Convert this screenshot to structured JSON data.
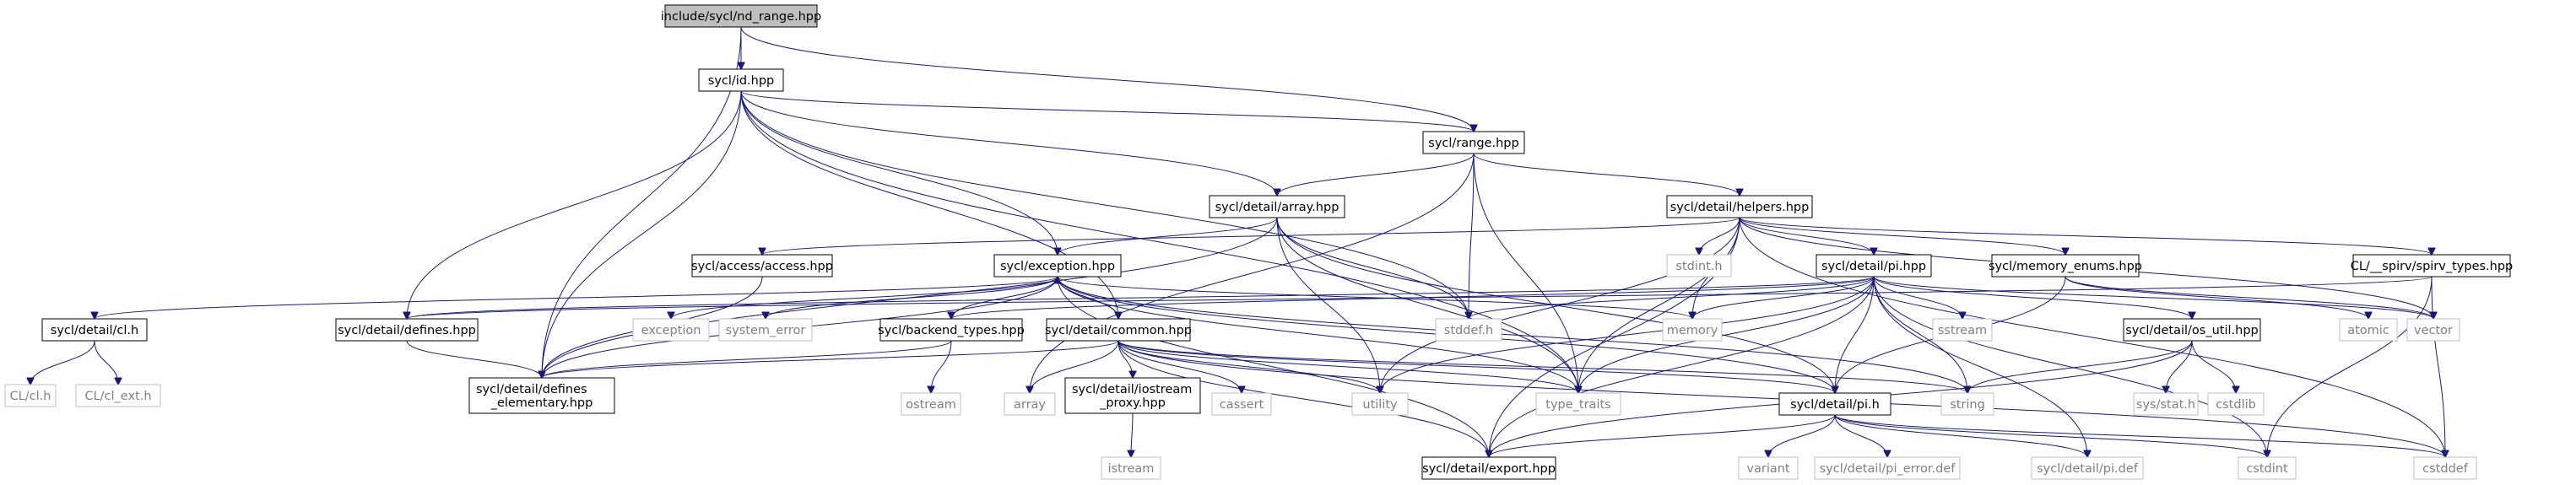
{
  "diagram": {
    "nodes": [
      {
        "id": "nd_range",
        "label": "include/sycl/nd_range.hpp",
        "kind": "root"
      },
      {
        "id": "id",
        "label": "sycl/id.hpp",
        "kind": "internal"
      },
      {
        "id": "range",
        "label": "sycl/range.hpp",
        "kind": "internal"
      },
      {
        "id": "array_hpp",
        "label": "sycl/detail/array.hpp",
        "kind": "internal"
      },
      {
        "id": "helpers",
        "label": "sycl/detail/helpers.hpp",
        "kind": "internal"
      },
      {
        "id": "access",
        "label": "sycl/access/access.hpp",
        "kind": "internal"
      },
      {
        "id": "exception",
        "label": "sycl/exception.hpp",
        "kind": "internal"
      },
      {
        "id": "stdint_h",
        "label": "stdint.h",
        "kind": "external"
      },
      {
        "id": "pi_hpp",
        "label": "sycl/detail/pi.hpp",
        "kind": "internal"
      },
      {
        "id": "memory_enums",
        "label": "sycl/memory_enums.hpp",
        "kind": "internal"
      },
      {
        "id": "spirv",
        "label": "CL/__spirv/spirv_types.hpp",
        "kind": "internal"
      },
      {
        "id": "cl_h_d",
        "label": "sycl/detail/cl.h",
        "kind": "internal"
      },
      {
        "id": "defines",
        "label": "sycl/detail/defines.hpp",
        "kind": "internal"
      },
      {
        "id": "exception_std",
        "label": "exception",
        "kind": "external"
      },
      {
        "id": "system_error",
        "label": "system_error",
        "kind": "external"
      },
      {
        "id": "backend_types",
        "label": "sycl/backend_types.hpp",
        "kind": "internal"
      },
      {
        "id": "common",
        "label": "sycl/detail/common.hpp",
        "kind": "internal"
      },
      {
        "id": "stddef_h",
        "label": "stddef.h",
        "kind": "external"
      },
      {
        "id": "memory",
        "label": "memory",
        "kind": "external"
      },
      {
        "id": "sstream",
        "label": "sstream",
        "kind": "external"
      },
      {
        "id": "os_util",
        "label": "sycl/detail/os_util.hpp",
        "kind": "internal"
      },
      {
        "id": "atomic",
        "label": "atomic",
        "kind": "external"
      },
      {
        "id": "vector",
        "label": "vector",
        "kind": "external"
      },
      {
        "id": "cl_h",
        "label": "CL/cl.h",
        "kind": "external"
      },
      {
        "id": "cl_ext",
        "label": "CL/cl_ext.h",
        "kind": "external"
      },
      {
        "id": "defines_elem",
        "label": "sycl/detail/defines\n_elementary.hpp",
        "kind": "internal"
      },
      {
        "id": "ostream",
        "label": "ostream",
        "kind": "external"
      },
      {
        "id": "array_std",
        "label": "array",
        "kind": "external"
      },
      {
        "id": "iostream_proxy",
        "label": "sycl/detail/iostream\n_proxy.hpp",
        "kind": "internal"
      },
      {
        "id": "cassert",
        "label": "cassert",
        "kind": "external"
      },
      {
        "id": "utility",
        "label": "utility",
        "kind": "external"
      },
      {
        "id": "type_traits",
        "label": "type_traits",
        "kind": "external"
      },
      {
        "id": "pi_h",
        "label": "sycl/detail/pi.h",
        "kind": "internal"
      },
      {
        "id": "string",
        "label": "string",
        "kind": "external"
      },
      {
        "id": "sys_stat",
        "label": "sys/stat.h",
        "kind": "external"
      },
      {
        "id": "cstdlib",
        "label": "cstdlib",
        "kind": "external"
      },
      {
        "id": "istream",
        "label": "istream",
        "kind": "external"
      },
      {
        "id": "export",
        "label": "sycl/detail/export.hpp",
        "kind": "internal"
      },
      {
        "id": "variant",
        "label": "variant",
        "kind": "external"
      },
      {
        "id": "pi_error_def",
        "label": "sycl/detail/pi_error.def",
        "kind": "external"
      },
      {
        "id": "pi_def",
        "label": "sycl/detail/pi.def",
        "kind": "external"
      },
      {
        "id": "cstdint",
        "label": "cstdint",
        "kind": "external"
      },
      {
        "id": "cstddef",
        "label": "cstddef",
        "kind": "external"
      }
    ],
    "edges": [
      [
        "nd_range",
        "id"
      ],
      [
        "nd_range",
        "range"
      ],
      [
        "nd_range",
        "defines_elem"
      ],
      [
        "id",
        "range"
      ],
      [
        "id",
        "array_hpp"
      ],
      [
        "id",
        "exception"
      ],
      [
        "id",
        "defines"
      ],
      [
        "id",
        "defines_elem"
      ],
      [
        "id",
        "common"
      ],
      [
        "id",
        "stddef_h"
      ],
      [
        "id",
        "type_traits"
      ],
      [
        "range",
        "array_hpp"
      ],
      [
        "range",
        "helpers"
      ],
      [
        "range",
        "stddef_h"
      ],
      [
        "range",
        "type_traits"
      ],
      [
        "range",
        "array_std"
      ],
      [
        "array_hpp",
        "exception"
      ],
      [
        "array_hpp",
        "defines_elem"
      ],
      [
        "array_hpp",
        "stddef_h"
      ],
      [
        "array_hpp",
        "type_traits"
      ],
      [
        "array_hpp",
        "pi_h"
      ],
      [
        "array_hpp",
        "utility"
      ],
      [
        "helpers",
        "access"
      ],
      [
        "helpers",
        "stdint_h"
      ],
      [
        "helpers",
        "memory"
      ],
      [
        "helpers",
        "pi_hpp"
      ],
      [
        "helpers",
        "memory_enums"
      ],
      [
        "helpers",
        "spirv"
      ],
      [
        "helpers",
        "export"
      ],
      [
        "helpers",
        "type_traits"
      ],
      [
        "helpers",
        "utility"
      ],
      [
        "helpers",
        "vector"
      ],
      [
        "helpers",
        "cstddef"
      ],
      [
        "access",
        "defines_elem"
      ],
      [
        "exception",
        "cl_h_d"
      ],
      [
        "exception",
        "exception_std"
      ],
      [
        "exception",
        "system_error"
      ],
      [
        "exception",
        "backend_types"
      ],
      [
        "exception",
        "common"
      ],
      [
        "exception",
        "memory"
      ],
      [
        "exception",
        "defines_elem"
      ],
      [
        "exception",
        "export"
      ],
      [
        "exception",
        "string"
      ],
      [
        "exception",
        "pi_h"
      ],
      [
        "exception",
        "type_traits"
      ],
      [
        "pi_hpp",
        "backend_types"
      ],
      [
        "pi_hpp",
        "stddef_h"
      ],
      [
        "pi_hpp",
        "memory"
      ],
      [
        "pi_hpp",
        "sstream"
      ],
      [
        "pi_hpp",
        "os_util"
      ],
      [
        "pi_hpp",
        "string"
      ],
      [
        "pi_hpp",
        "vector"
      ],
      [
        "pi_hpp",
        "pi_h"
      ],
      [
        "pi_hpp",
        "export"
      ],
      [
        "pi_hpp",
        "type_traits"
      ],
      [
        "pi_hpp",
        "utility"
      ],
      [
        "pi_hpp",
        "cstdint"
      ],
      [
        "pi_hpp",
        "pi_def"
      ],
      [
        "pi_hpp",
        "defines"
      ],
      [
        "memory_enums",
        "atomic"
      ],
      [
        "memory_enums",
        "vector"
      ],
      [
        "memory_enums",
        "pi_h"
      ],
      [
        "spirv",
        "cstddef"
      ],
      [
        "spirv",
        "cstdint"
      ],
      [
        "spirv",
        "defines"
      ],
      [
        "cl_h_d",
        "cl_h"
      ],
      [
        "cl_h_d",
        "cl_ext"
      ],
      [
        "defines",
        "defines_elem"
      ],
      [
        "backend_types",
        "defines_elem"
      ],
      [
        "backend_types",
        "ostream"
      ],
      [
        "common",
        "exception"
      ],
      [
        "common",
        "defines_elem"
      ],
      [
        "common",
        "array_std"
      ],
      [
        "common",
        "iostream_proxy"
      ],
      [
        "common",
        "cassert"
      ],
      [
        "common",
        "utility"
      ],
      [
        "common",
        "type_traits"
      ],
      [
        "common",
        "pi_h"
      ],
      [
        "common",
        "string"
      ],
      [
        "common",
        "export"
      ],
      [
        "common",
        "cstddef"
      ],
      [
        "os_util",
        "string"
      ],
      [
        "os_util",
        "sys_stat"
      ],
      [
        "os_util",
        "cstdlib"
      ],
      [
        "os_util",
        "export"
      ],
      [
        "iostream_proxy",
        "istream"
      ],
      [
        "pi_h",
        "export"
      ],
      [
        "pi_h",
        "variant"
      ],
      [
        "pi_h",
        "pi_error_def"
      ],
      [
        "pi_h",
        "pi_def"
      ],
      [
        "pi_h",
        "cstdint"
      ],
      [
        "pi_h",
        "cstddef"
      ]
    ],
    "colors": {
      "edge": "#191970",
      "root_fill": "#bfbfbf",
      "internal_fill": "#ffffff",
      "internal_stroke": "#000000",
      "external_stroke": "#bfbfbf",
      "external_text": "#808080",
      "text": "#000000"
    }
  }
}
